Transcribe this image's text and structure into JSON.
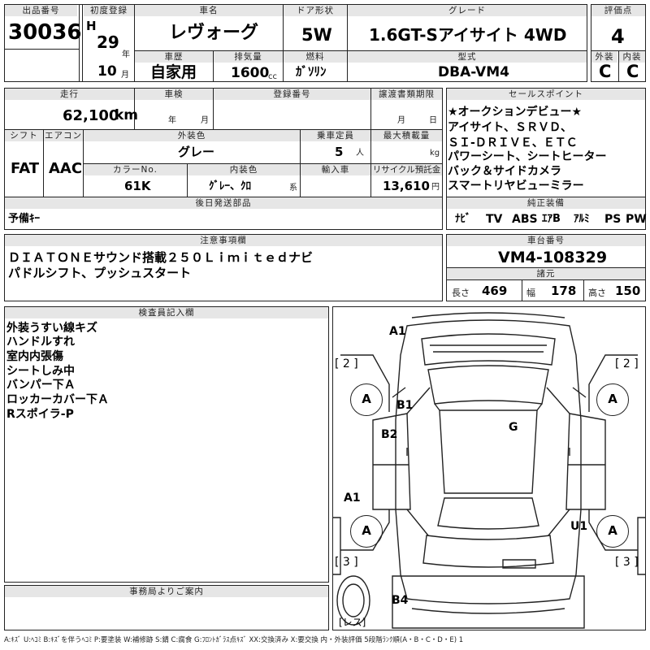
{
  "header": {
    "lot_label": "出品番号",
    "lot_value": "30036",
    "first_reg_label": "初度登録",
    "era": "H",
    "year": "29",
    "year_unit": "年",
    "month": "10",
    "month_unit": "月",
    "name_label": "車名",
    "name_value": "レヴォーグ",
    "door_label": "ドア形状",
    "door_value": "5W",
    "grade_label": "グレード",
    "grade_value": "1.6GT-Sアイサイト 4WD",
    "score_label": "評価点",
    "score_value": "4",
    "history_label": "車歴",
    "history_value": "自家用",
    "displacement_label": "排気量",
    "displacement_value": "1600",
    "displacement_unit": "cc",
    "fuel_label": "燃料",
    "fuel_value": "ｶﾞｿﾘﾝ",
    "model_label": "型式",
    "model_value": "DBA-VM4",
    "exterior_label": "外装",
    "exterior_value": "C",
    "interior_label": "内装",
    "interior_value": "C"
  },
  "row2": {
    "mileage_label": "走行",
    "mileage_value": "62,100",
    "mileage_unit": "km",
    "inspection_label": "車検",
    "inspection_year_unit": "年",
    "inspection_month_unit": "月",
    "reg_no_label": "登録番号",
    "transfer_label": "譲渡書類期限",
    "transfer_month_unit": "月",
    "transfer_day_unit": "日",
    "shift_label": "シフト",
    "shift_value": "FAT",
    "ac_label": "エアコン",
    "ac_value": "AAC",
    "ext_color_label": "外装色",
    "ext_color_value": "グレー",
    "capacity_label": "乗車定員",
    "capacity_value": "5",
    "capacity_unit": "人",
    "max_load_label": "最大積載量",
    "max_load_unit": "kg",
    "color_no_label": "カラーNo.",
    "color_no_value": "61K",
    "int_color_label": "内装色",
    "int_color_value": "ｸﾞﾚｰ、ｸﾛ",
    "int_color_unit": "系",
    "import_label": "輸入車",
    "recycle_label": "リサイクル預託金",
    "recycle_value": "13,610",
    "recycle_unit": "円",
    "later_parts_label": "後日発送部品",
    "later_parts_value": "予備ｷｰ"
  },
  "sales_points": {
    "label": "セールスポイント",
    "items": [
      "★オークションデビュー★",
      "アイサイト、ＳＲＶＤ、",
      "ＳＩ-ＤＲＩＶＥ、ＥＴＣ",
      "パワーシート、シートヒーター",
      "バック＆サイドカメラ",
      "スマートリヤビューミラー"
    ]
  },
  "equipment": {
    "label": "純正装備",
    "items": [
      "ﾅﾋﾞ",
      "TV",
      "ABS",
      "ｴｱB",
      "ｱﾙﾐ",
      "PS",
      "PW"
    ]
  },
  "notes": {
    "label": "注意事項欄",
    "lines": [
      "ＤＩＡＴＯＮＥサウンド搭載２５０Ｌｉｍｉｔｅｄナビ",
      "パドルシフト、プッシュスタート"
    ]
  },
  "chassis": {
    "label": "車台番号",
    "value": "VM4-108329",
    "dims_label": "諸元",
    "length_label": "長さ",
    "length_value": "469",
    "width_label": "幅",
    "width_value": "178",
    "height_label": "高さ",
    "height_value": "150"
  },
  "inspector": {
    "label": "検査員記入欄",
    "lines": [
      "外装うすい線キズ",
      "ハンドルすれ",
      "室内内張傷",
      "シートしみ中",
      "バンパー下Ａ",
      "ロッカーカバー下Ａ",
      "Rスポイラ-P"
    ]
  },
  "office": {
    "label": "事務局よりご案内"
  },
  "diagram": {
    "labels": {
      "a1_top": "A1",
      "b1": "B1",
      "g": "G",
      "b2": "B2",
      "a1_left": "A1",
      "u1": "U1",
      "b4": "B4",
      "tire_fl": "A",
      "tire_fr": "A",
      "tire_rl": "A",
      "tire_rr": "A",
      "br_tl": "[ 2 ]",
      "br_tr": "[ 2 ]",
      "br_bl": "[ 3 ]",
      "br_br": "[ 3 ]",
      "spare": "[レス]"
    }
  },
  "legend": "A:ｷｽﾞ U:ﾍｺﾐ B:ｷｽﾞを伴うﾍｺﾐ P:要塗装 W:補修跡 S:錆 C:腐食 G:ﾌﾛﾝﾄｶﾞﾗｽ点ｷｽﾞ XX:交換済み X:要交換 内・外装評価 5段階ﾗﾝｸ順(A・B・C・D・E) 1"
}
